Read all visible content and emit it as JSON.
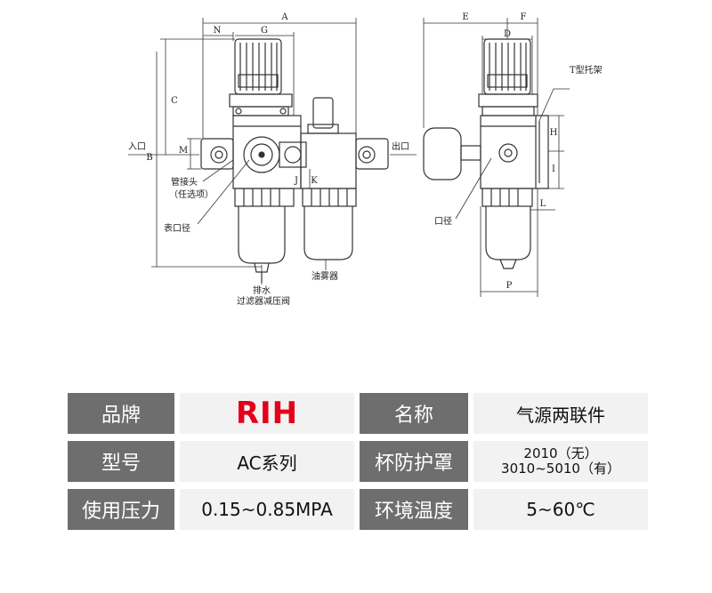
{
  "diagram": {
    "dims": {
      "A": "A",
      "N": "N",
      "G": "G",
      "C": "C",
      "B": "B",
      "M": "M",
      "E": "E",
      "F": "F",
      "D": "D",
      "H": "H",
      "I": "I",
      "L": "L",
      "K": "K",
      "P": "P",
      "J": "J"
    },
    "callouts": {
      "inlet": "入口",
      "outlet": "出口",
      "fitting": "管接头",
      "fitting_optional": "（任选项）",
      "gauge_port": "表口径",
      "drain": "排水",
      "filter_regulator": "过滤器减压阀",
      "lubricator": "油雾器",
      "t_bracket": "T型托架",
      "port": "口径"
    }
  },
  "specs": [
    {
      "label1": "品牌",
      "value1": "RIH",
      "label2": "名称",
      "value2": "气源两联件"
    },
    {
      "label1": "型号",
      "value1": "AC系列",
      "label2": "杯防护罩",
      "value2a": "2010（无）",
      "value2b": "3010~5010（有）"
    },
    {
      "label1": "使用压力",
      "value1": "0.15~0.85MPA",
      "label2": "环境温度",
      "value2": "5~60℃"
    }
  ]
}
